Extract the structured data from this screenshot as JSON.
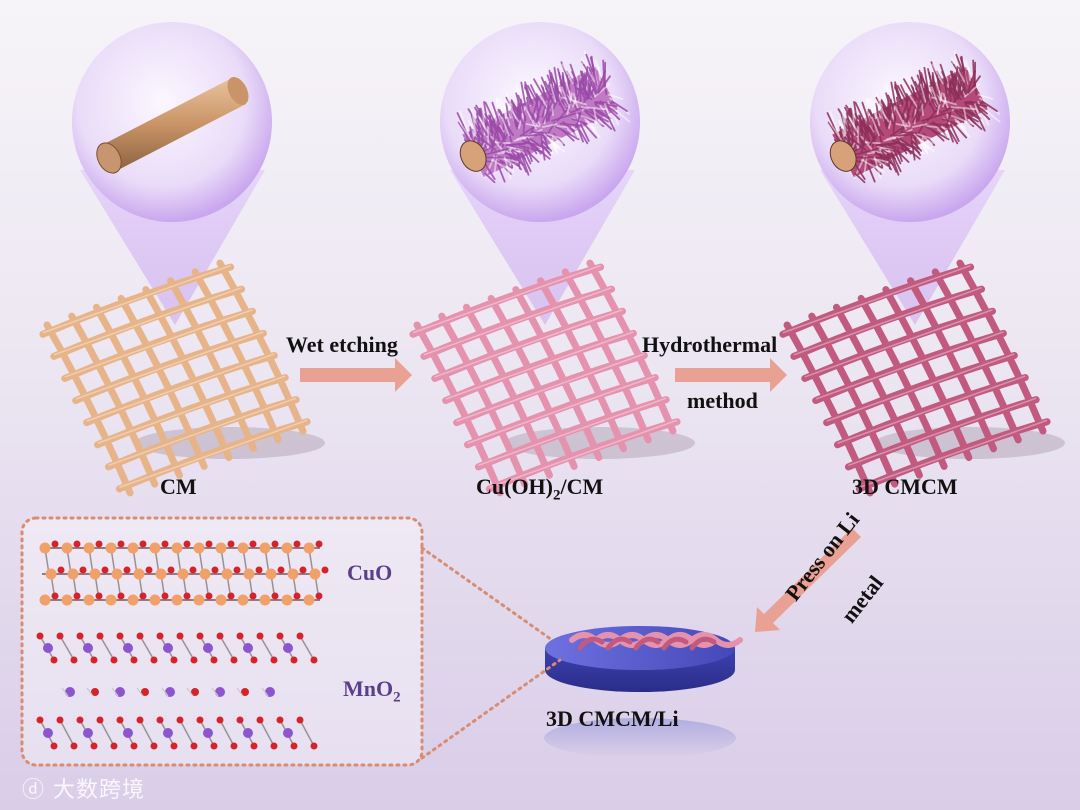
{
  "steps": {
    "cm": "CM",
    "cuoh2_prefix": "Cu(OH)",
    "cuoh2_sub": "2",
    "cuoh2_suffix": "/CM",
    "cmcm": "3D CMCM",
    "cmcm_li": "3D CMCM/Li"
  },
  "processes": {
    "wet_etching": "Wet etching",
    "hydrothermal_line1": "Hydrothermal",
    "hydrothermal_line2": "method",
    "press_line1": "Press on Li",
    "press_line2": "metal"
  },
  "materials": {
    "cuo": "CuO",
    "mno2_prefix": "MnO",
    "mno2_sub": "2"
  },
  "watermark": "大数跨境",
  "colors": {
    "copper": "#e7b48a",
    "pink_mesh": "#e592ae",
    "dark_mesh": "#c25a80",
    "arrow": "#e9a193",
    "bubble": "#d9b8f2",
    "li_disc": "#4e52c8",
    "dotted_box": "#d98c72",
    "cu_atom": "#f1a06a",
    "o_atom": "#d6232a",
    "mn_atom": "#8d55d0"
  }
}
